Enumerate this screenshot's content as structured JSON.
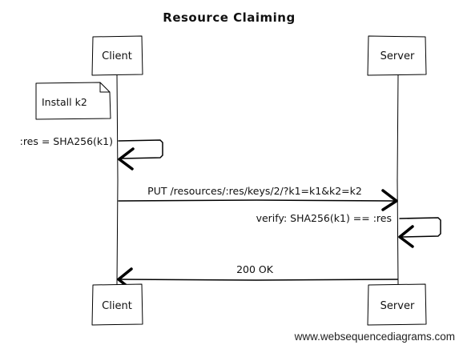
{
  "title": "Resource Claiming",
  "participants": [
    {
      "id": "client",
      "label": "Client"
    },
    {
      "id": "server",
      "label": "Server"
    }
  ],
  "note": {
    "text": "Install k2"
  },
  "messages": [
    {
      "from": "client",
      "to": "client",
      "label": ":res = SHA256(k1)"
    },
    {
      "from": "client",
      "to": "server",
      "label": "PUT /resources/:res/keys/2/?k1=k1&k2=k2"
    },
    {
      "from": "server",
      "to": "server",
      "label": "verify: SHA256(k1) == :res"
    },
    {
      "from": "server",
      "to": "client",
      "label": "200 OK"
    }
  ],
  "footer": "www.websequencediagrams.com"
}
